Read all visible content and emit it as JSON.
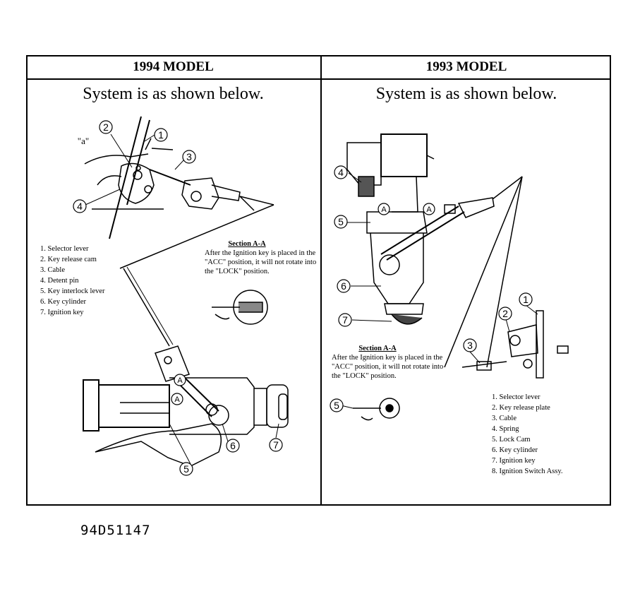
{
  "panels": {
    "left": {
      "title": "1994 MODEL",
      "note": "System is as shown below.",
      "legend": [
        "1. Selector lever",
        "2. Key release cam",
        "3. Cable",
        "4. Detent pin",
        "5. Key interlock lever",
        "6. Key cylinder",
        "7. Ignition key"
      ],
      "section": {
        "title": "Section A-A",
        "text": "After the Ignition key is placed in the \"ACC\" position, it will not rotate into the \"LOCK\" position."
      },
      "callouts": [
        "1",
        "2",
        "3",
        "4",
        "5",
        "6",
        "7"
      ],
      "label_a": "\"a\"",
      "section_marker": "A"
    },
    "right": {
      "title": "1993 MODEL",
      "note": "System is as shown below.",
      "legend": [
        "1. Selector lever",
        "2. Key release plate",
        "3. Cable",
        "4. Spring",
        "5. Lock Cam",
        "6. Key cylinder",
        "7. Ignition key",
        "8. Ignition Switch Assy."
      ],
      "section": {
        "title": "Section A-A",
        "text": "After the Ignition key is placed in the \"ACC\" position, it will not rotate into the \"LOCK\" position."
      },
      "callouts": [
        "1",
        "2",
        "3",
        "4",
        "5",
        "6",
        "7"
      ],
      "section_marker": "A"
    }
  },
  "figure_code": "94D51147"
}
